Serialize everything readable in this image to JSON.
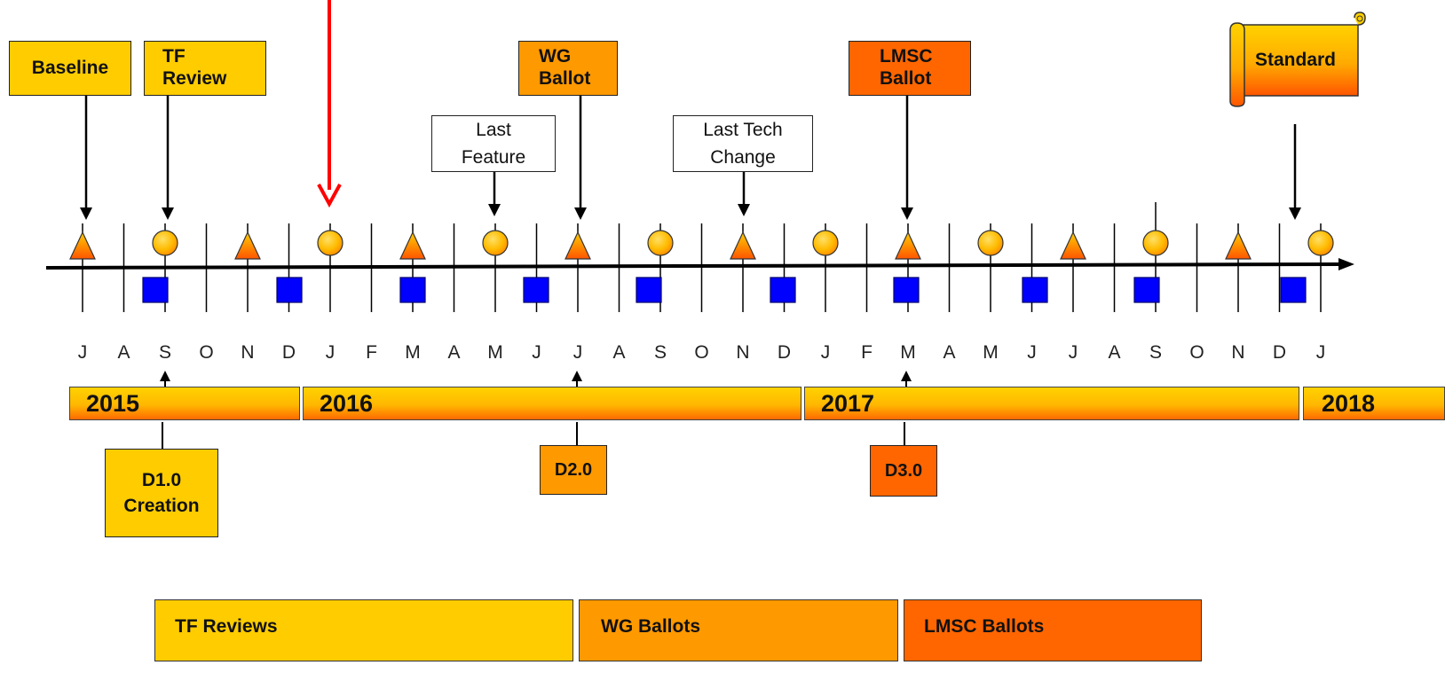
{
  "milestones_top": {
    "baseline": "Baseline",
    "tf_review": [
      "TF",
      "Review"
    ],
    "wg_ballot": [
      "WG",
      "Ballot"
    ],
    "last_feature": [
      "Last",
      "Feature"
    ],
    "last_tech_change": [
      "Last Tech",
      "Change"
    ],
    "lmsc_ballot": [
      "LMSC",
      "Ballot"
    ],
    "standard": "Standard"
  },
  "months": [
    "J",
    "A",
    "S",
    "O",
    "N",
    "D",
    "J",
    "F",
    "M",
    "A",
    "M",
    "J",
    "J",
    "A",
    "S",
    "O",
    "N",
    "D",
    "J",
    "F",
    "M",
    "A",
    "M",
    "J",
    "J",
    "A",
    "S",
    "O",
    "N",
    "D",
    "J"
  ],
  "years": [
    "2015",
    "2016",
    "2017",
    "2018"
  ],
  "drafts": {
    "d1": [
      "D1.0",
      "Creation"
    ],
    "d2": "D2.0",
    "d3": "D3.0"
  },
  "legend": {
    "tf_reviews": "TF Reviews",
    "wg_ballots": "WG Ballots",
    "lmsc_ballots": "LMSC Ballots"
  },
  "colors": {
    "tf": "#ffcc00",
    "wg": "#ff9900",
    "lmsc": "#ff6600",
    "square": "#0000ff",
    "marker_arrow": "#ff0000"
  }
}
